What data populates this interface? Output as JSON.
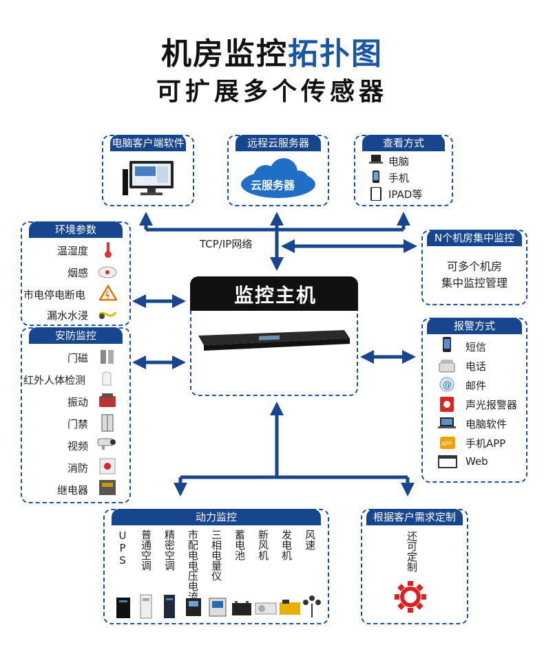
{
  "title": {
    "main": "机房监控",
    "accent": "拓扑图",
    "subtitle": "可扩展多个传感器"
  },
  "top_boxes": {
    "pc_client": "电脑客户端软件",
    "cloud_server": "远程云服务器",
    "cloud_label": "云服务器",
    "view": {
      "header": "查看方式",
      "items": [
        "电脑",
        "手机",
        "IPAD等"
      ]
    }
  },
  "network_label": "TCP/IP网络",
  "environment": {
    "header": "环境参数",
    "items": [
      "温湿度",
      "烟感",
      "市电停电断电",
      "漏水水浸"
    ]
  },
  "security": {
    "header": "安防监控",
    "items": [
      "门磁",
      "红外人体检测",
      "振动",
      "门禁",
      "视频",
      "消防",
      "继电器"
    ]
  },
  "host": {
    "title": "监控主机"
  },
  "multi_room": {
    "header": "N个机房集中监控",
    "lines": [
      "可多个机房",
      "集中监控管理"
    ]
  },
  "alarm": {
    "header": "报警方式",
    "items": [
      "短信",
      "电话",
      "邮件",
      "声光报警器",
      "电脑软件",
      "手机APP",
      "Web"
    ]
  },
  "power": {
    "header": "动力监控",
    "columns": [
      "UPS",
      "普通空调",
      "精密空调",
      "市配电电压电流",
      "三相电量仪",
      "蓄电池",
      "新风机",
      "发电机",
      "风速"
    ]
  },
  "custom": {
    "header": "根据客户需求定制",
    "text": "还可定制"
  },
  "colors": {
    "primary": "#17468f",
    "accent": "#1a56a8",
    "dash": "#1a4f99"
  }
}
